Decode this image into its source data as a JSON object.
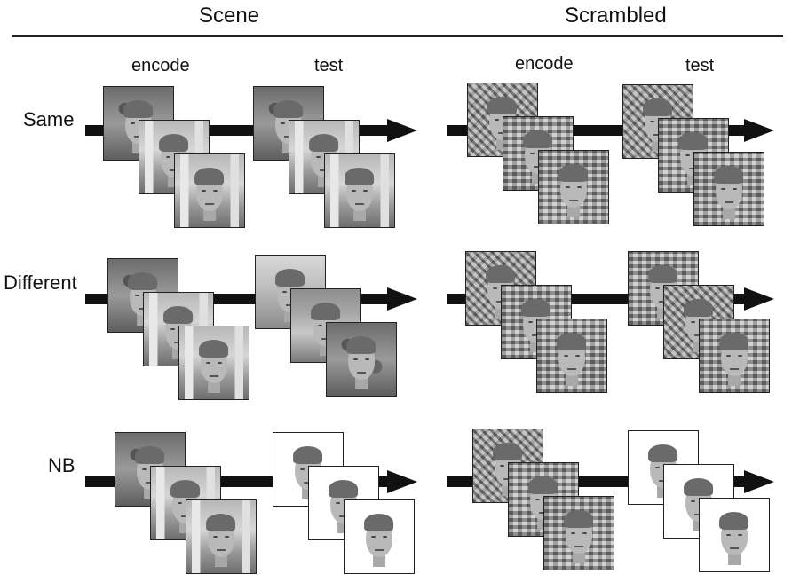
{
  "headers": {
    "scene": "Scene",
    "scrambled": "Scrambled"
  },
  "phase_labels": {
    "encode": "encode",
    "test": "test"
  },
  "rows": [
    {
      "label": "Same"
    },
    {
      "label": "Different"
    },
    {
      "label": "NB"
    }
  ]
}
